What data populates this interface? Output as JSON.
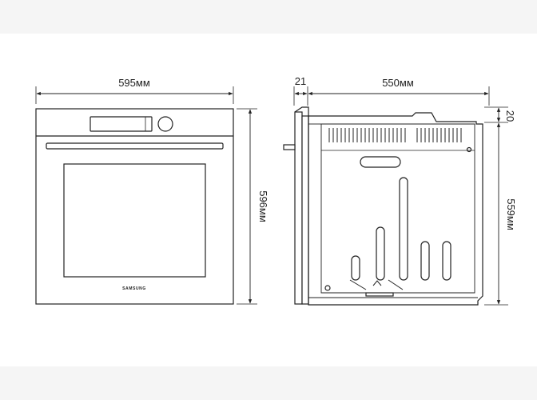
{
  "front_view": {
    "width_label": "595мм",
    "height_label": "596мм",
    "brand": "SAMSUNG"
  },
  "side_view": {
    "offset_label": "21",
    "depth_label": "550мм",
    "top_gap_label": "20",
    "height_label": "559мм"
  },
  "colors": {
    "background_band": "#f3f3f3",
    "line": "#222222",
    "panel_fill": "#ffffff"
  }
}
